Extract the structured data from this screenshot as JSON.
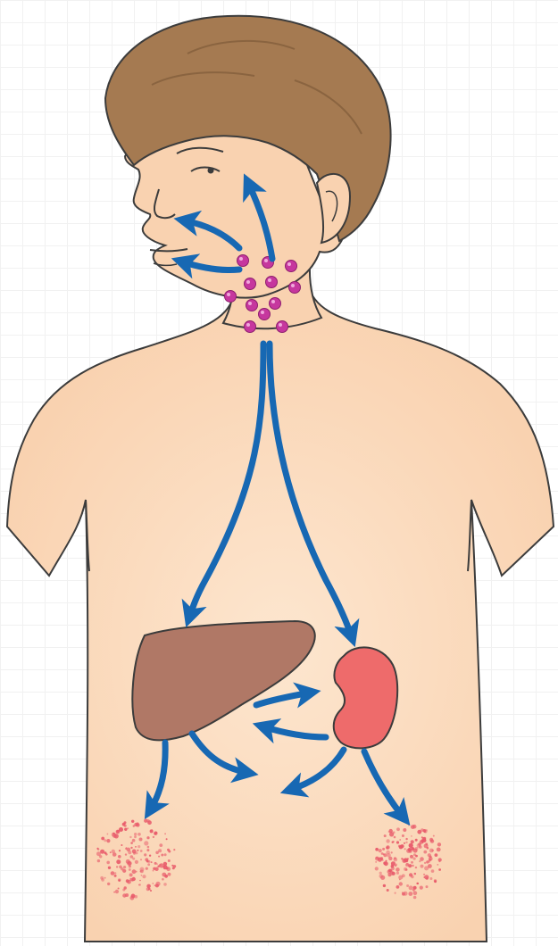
{
  "illustration": {
    "subject": "human-torso-with-organs",
    "colors": {
      "skin": "#f9d2b0",
      "skin_light": "#fde6cf",
      "outline": "#3c3c3c",
      "hair": "#a57a51",
      "hair_dark": "#8a6440",
      "arrow": "#1768b3",
      "liver": "#b07866",
      "kidney": "#ee6b6b",
      "particle": "#c6379e",
      "rash": "#e85a6a"
    },
    "elements": {
      "particle_cluster": {
        "count": 12
      },
      "arrows": [
        "neck-to-eye",
        "neck-to-nose",
        "neck-to-mouth",
        "neck-to-liver",
        "neck-to-kidney",
        "liver-to-kidney",
        "kidney-to-liver",
        "liver-to-center",
        "liver-to-left-hip",
        "kidney-to-center",
        "kidney-to-right-hip"
      ],
      "organs": [
        "liver",
        "kidney"
      ],
      "rash_regions": [
        "left-hip-rash",
        "right-hip-rash"
      ]
    }
  }
}
